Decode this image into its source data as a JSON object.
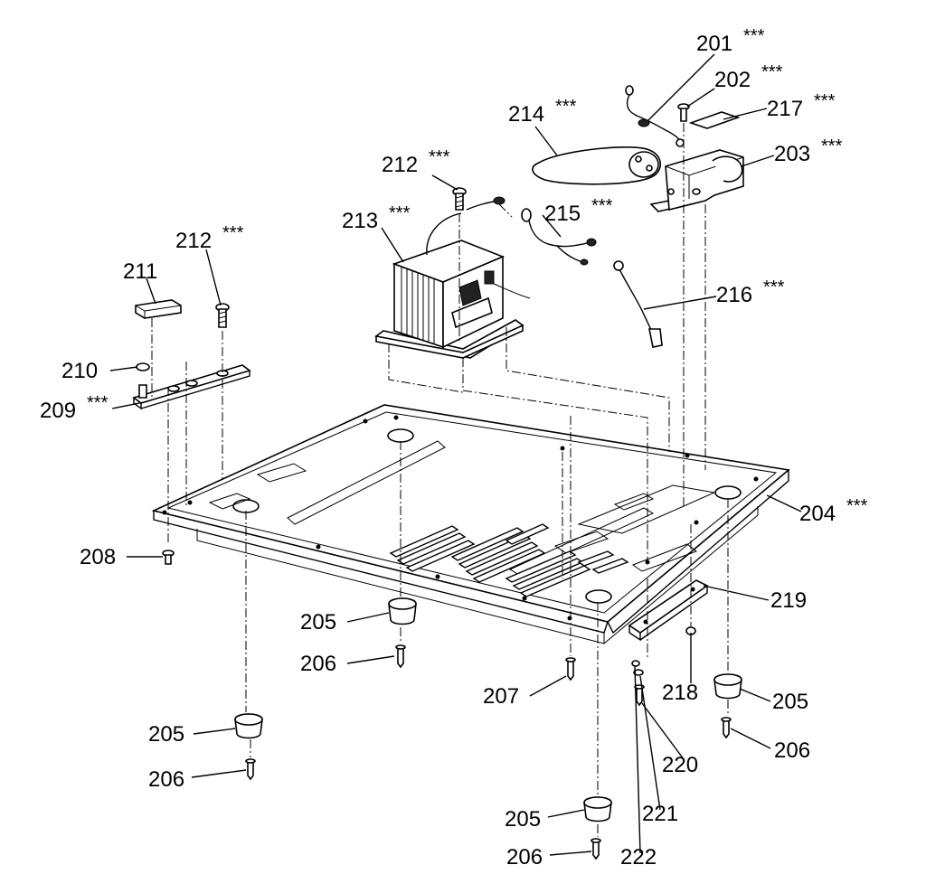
{
  "callouts": [
    {
      "id": "c201",
      "num": "201",
      "stars": "***"
    },
    {
      "id": "c202",
      "num": "202",
      "stars": "***"
    },
    {
      "id": "c217",
      "num": "217",
      "stars": "***"
    },
    {
      "id": "c214",
      "num": "214",
      "stars": "***"
    },
    {
      "id": "c203",
      "num": "203",
      "stars": "***"
    },
    {
      "id": "c212a",
      "num": "212",
      "stars": "***"
    },
    {
      "id": "c215",
      "num": "215",
      "stars": "***"
    },
    {
      "id": "c213",
      "num": "213",
      "stars": "***"
    },
    {
      "id": "c212b",
      "num": "212",
      "stars": "***"
    },
    {
      "id": "c211",
      "num": "211",
      "stars": ""
    },
    {
      "id": "c216",
      "num": "216",
      "stars": "***"
    },
    {
      "id": "c210",
      "num": "210",
      "stars": ""
    },
    {
      "id": "c209",
      "num": "209",
      "stars": "***"
    },
    {
      "id": "c204",
      "num": "204",
      "stars": "***"
    },
    {
      "id": "c208",
      "num": "208",
      "stars": ""
    },
    {
      "id": "c219",
      "num": "219",
      "stars": ""
    },
    {
      "id": "c205a",
      "num": "205",
      "stars": ""
    },
    {
      "id": "c206a",
      "num": "206",
      "stars": ""
    },
    {
      "id": "c207",
      "num": "207",
      "stars": ""
    },
    {
      "id": "c218",
      "num": "218",
      "stars": ""
    },
    {
      "id": "c205b",
      "num": "205",
      "stars": ""
    },
    {
      "id": "c205c",
      "num": "205",
      "stars": ""
    },
    {
      "id": "c220",
      "num": "220",
      "stars": ""
    },
    {
      "id": "c206b",
      "num": "206",
      "stars": ""
    },
    {
      "id": "c206c",
      "num": "206",
      "stars": ""
    },
    {
      "id": "c221",
      "num": "221",
      "stars": ""
    },
    {
      "id": "c205d",
      "num": "205",
      "stars": ""
    },
    {
      "id": "c206d",
      "num": "206",
      "stars": ""
    },
    {
      "id": "c222",
      "num": "222",
      "stars": ""
    }
  ]
}
